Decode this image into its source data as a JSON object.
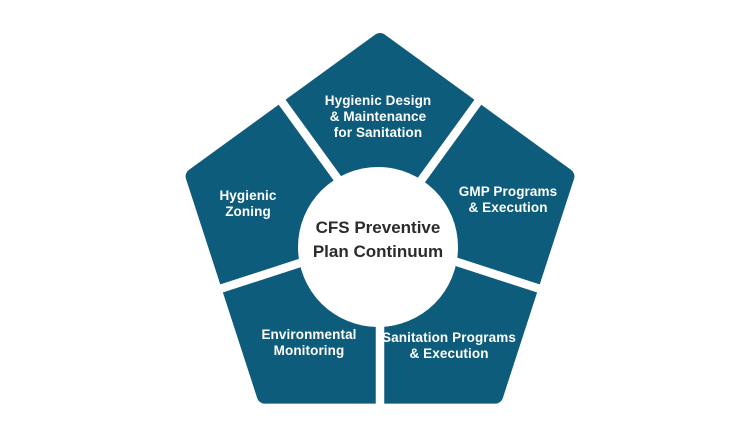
{
  "diagram": {
    "type": "pentagon-cycle",
    "center": {
      "lines": [
        "CFS Preventive",
        "Plan Continuum"
      ]
    },
    "segments": [
      {
        "id": "hygienic-design",
        "position": "top",
        "lines": [
          "Hygienic Design",
          "& Maintenance",
          "for Sanitation"
        ]
      },
      {
        "id": "gmp-programs",
        "position": "right",
        "lines": [
          "GMP Programs",
          "& Execution"
        ]
      },
      {
        "id": "sanitation-programs",
        "position": "bottom-right",
        "lines": [
          "Sanitation Programs",
          "& Execution"
        ]
      },
      {
        "id": "environmental-monitoring",
        "position": "bottom-left",
        "lines": [
          "Environmental",
          "Monitoring"
        ]
      },
      {
        "id": "hygienic-zoning",
        "position": "left",
        "lines": [
          "Hygienic",
          "Zoning"
        ]
      }
    ],
    "colors": {
      "segment_fill": "#0e5c7b",
      "divider": "#ffffff",
      "center_circle_fill": "#ffffff",
      "center_text": "#2b2b2b",
      "segment_text": "#ffffff",
      "background": "#ffffff"
    }
  }
}
